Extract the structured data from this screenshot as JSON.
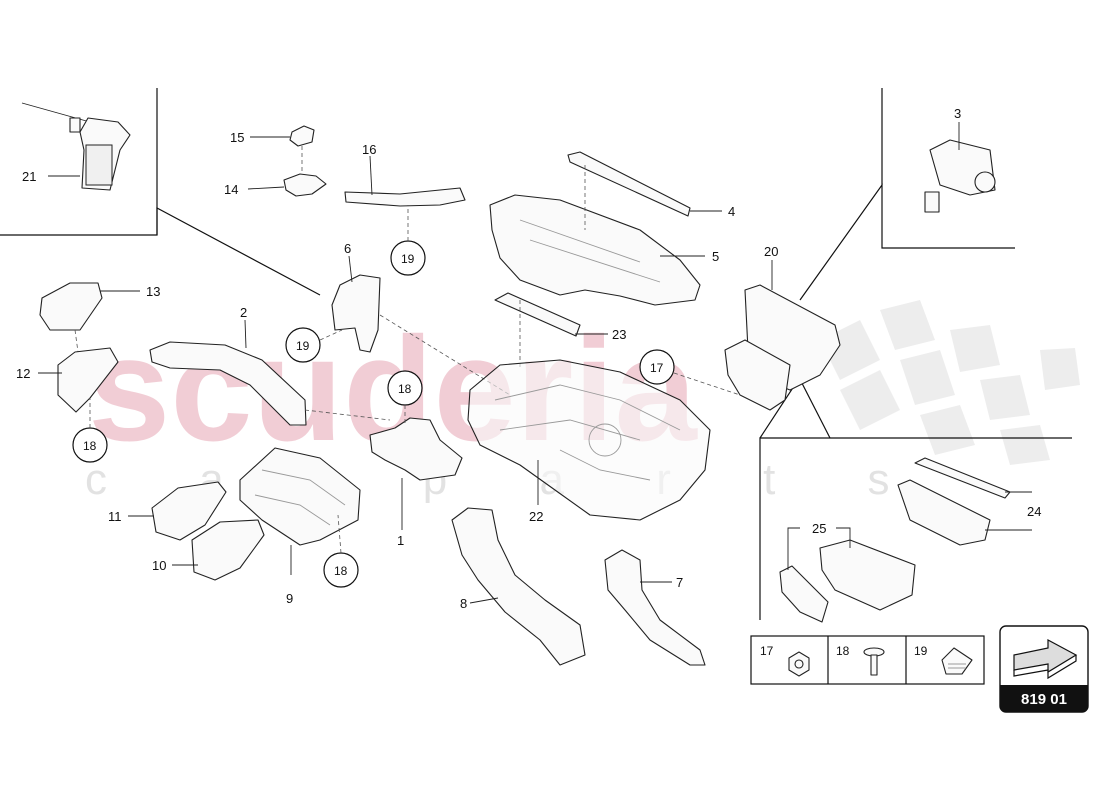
{
  "diagram": {
    "watermark": {
      "main": "scuderia",
      "sub": "c a r p a r t s"
    },
    "part_labels": {
      "l1": "1",
      "l2": "2",
      "l3": "3",
      "l4": "4",
      "l5": "5",
      "l6": "6",
      "l7": "7",
      "l8": "8",
      "l9": "9",
      "l10": "10",
      "l11": "11",
      "l12": "12",
      "l13": "13",
      "l14": "14",
      "l15": "15",
      "l16": "16",
      "l20": "20",
      "l21": "21",
      "l22": "22",
      "l23": "23",
      "l24": "24",
      "l25": "25"
    },
    "callouts": {
      "c17": "17",
      "c18a": "18",
      "c18b": "18",
      "c18c": "18",
      "c19a": "19",
      "c19b": "19"
    },
    "fastener_legend": {
      "f17": "17",
      "f18": "18",
      "f19": "19"
    },
    "diagram_code": "819 01"
  }
}
